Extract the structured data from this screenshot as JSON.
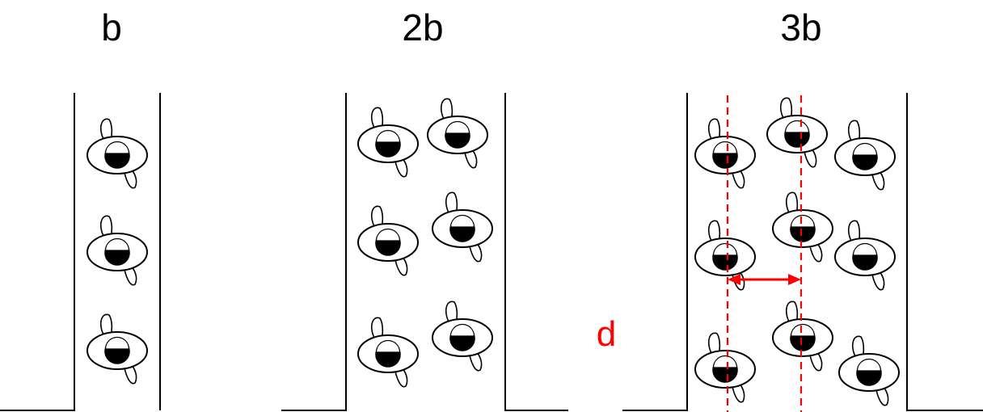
{
  "panels": [
    {
      "label": "b"
    },
    {
      "label": "2b"
    },
    {
      "label": "3b"
    }
  ],
  "annotation": {
    "label": "d",
    "color": "#ff0000"
  },
  "colors": {
    "ink": "#000000",
    "background": "#ffffff",
    "annotation": "#ff0000"
  }
}
